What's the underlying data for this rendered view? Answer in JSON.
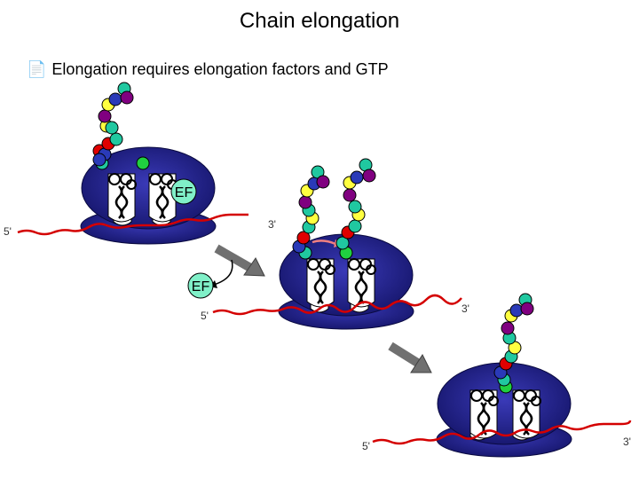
{
  "slide": {
    "title": "Chain elongation",
    "bullet_icon": "📄",
    "bullet_text": "Elongation requires elongation factors and GTP"
  },
  "labels": {
    "five_prime": "5'",
    "three_prime": "3'",
    "ef": "EF"
  },
  "colors": {
    "ribosome": "#1a1a7a",
    "ribosome_light": "#3a3ab0",
    "mrna": "#d40000",
    "ef_fill": "#80f0c8",
    "arrow": "#707070",
    "amino_acids": [
      "#20c8a0",
      "#2a3ab8",
      "#800080",
      "#ffff40",
      "#e00000",
      "#20d040"
    ]
  },
  "icons": {
    "bullet": "document-icon",
    "arrow": "down-right-arrow-icon"
  }
}
